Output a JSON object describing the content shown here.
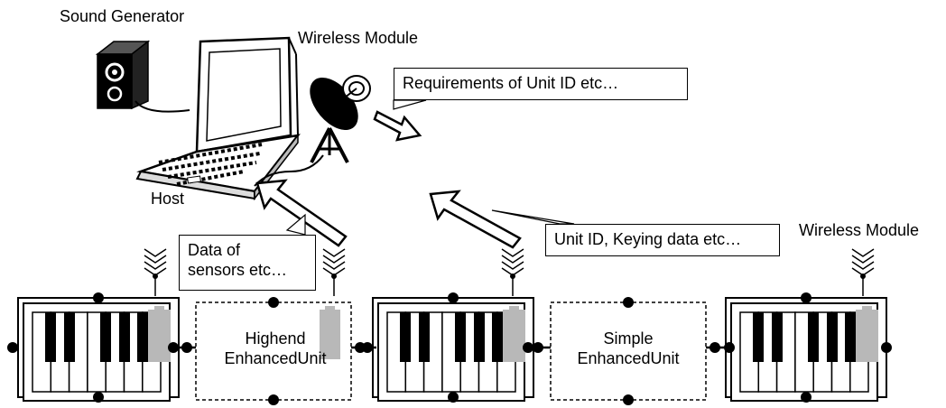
{
  "labels": {
    "sound_generator": "Sound Generator",
    "wireless_module_top": "Wireless Module",
    "host": "Host",
    "wireless_module_right": "Wireless Module"
  },
  "callouts": {
    "requirements": "Requirements of Unit ID etc…",
    "sensors_line1": "Data of",
    "sensors_line2": "sensors etc…",
    "unit_keying": "Unit ID, Keying data etc…"
  },
  "units": {
    "highend_line1": "Highend",
    "highend_line2": "EnhancedUnit",
    "simple_line1": "Simple",
    "simple_line2": "EnhancedUnit"
  }
}
